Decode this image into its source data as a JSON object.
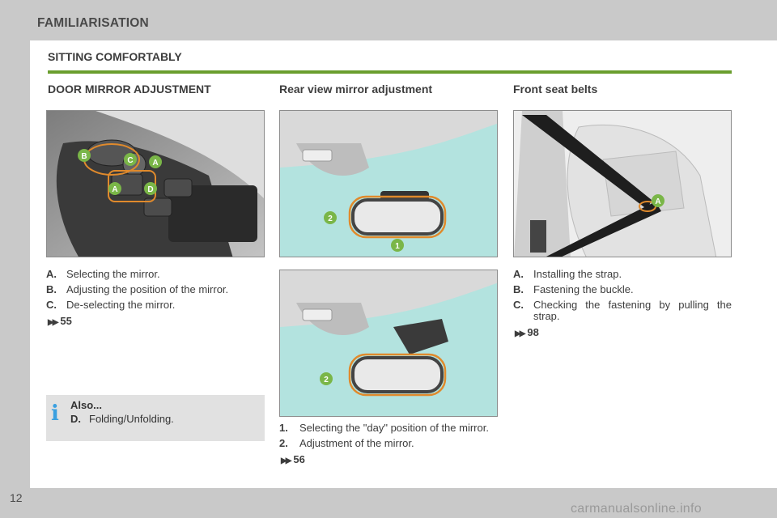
{
  "header": {
    "title": "FAMILIARISATION"
  },
  "section_title": "SITTING COMFORTABLY",
  "columns": {
    "door_mirror": {
      "title": "DOOR MIRROR ADJUSTMENT",
      "callouts": [
        "A",
        "B",
        "C",
        "A",
        "D"
      ],
      "items": [
        {
          "key": "A.",
          "text": "Selecting the mirror."
        },
        {
          "key": "B.",
          "text": "Adjusting the position of the mirror."
        },
        {
          "key": "C.",
          "text": "De-selecting the mirror."
        }
      ],
      "ref": "55",
      "info": {
        "title": "Also...",
        "key": "D.",
        "text": "Folding/Unfolding."
      }
    },
    "rear_view": {
      "title": "Rear view mirror adjustment",
      "callouts_top": [
        "2",
        "1"
      ],
      "callouts_bottom": [
        "2"
      ],
      "items": [
        {
          "key": "1.",
          "text": "Selecting the \"day\" position of the mirror."
        },
        {
          "key": "2.",
          "text": "Adjustment of the mirror."
        }
      ],
      "ref": "56"
    },
    "seat_belts": {
      "title": "Front seat belts",
      "callouts": [
        "A"
      ],
      "items": [
        {
          "key": "A.",
          "text": "Installing the strap."
        },
        {
          "key": "B.",
          "text": "Fastening the buckle."
        },
        {
          "key": "C.",
          "text": "Checking the fastening by pulling the strap."
        }
      ],
      "ref": "98"
    }
  },
  "page_number": "12",
  "watermark": "carmanualsonline.info",
  "colors": {
    "accent_green": "#6a9e2e",
    "info_icon": "#3aa0e0",
    "callout_green": "#7ab648",
    "highlight_orange": "#e08a2c"
  }
}
